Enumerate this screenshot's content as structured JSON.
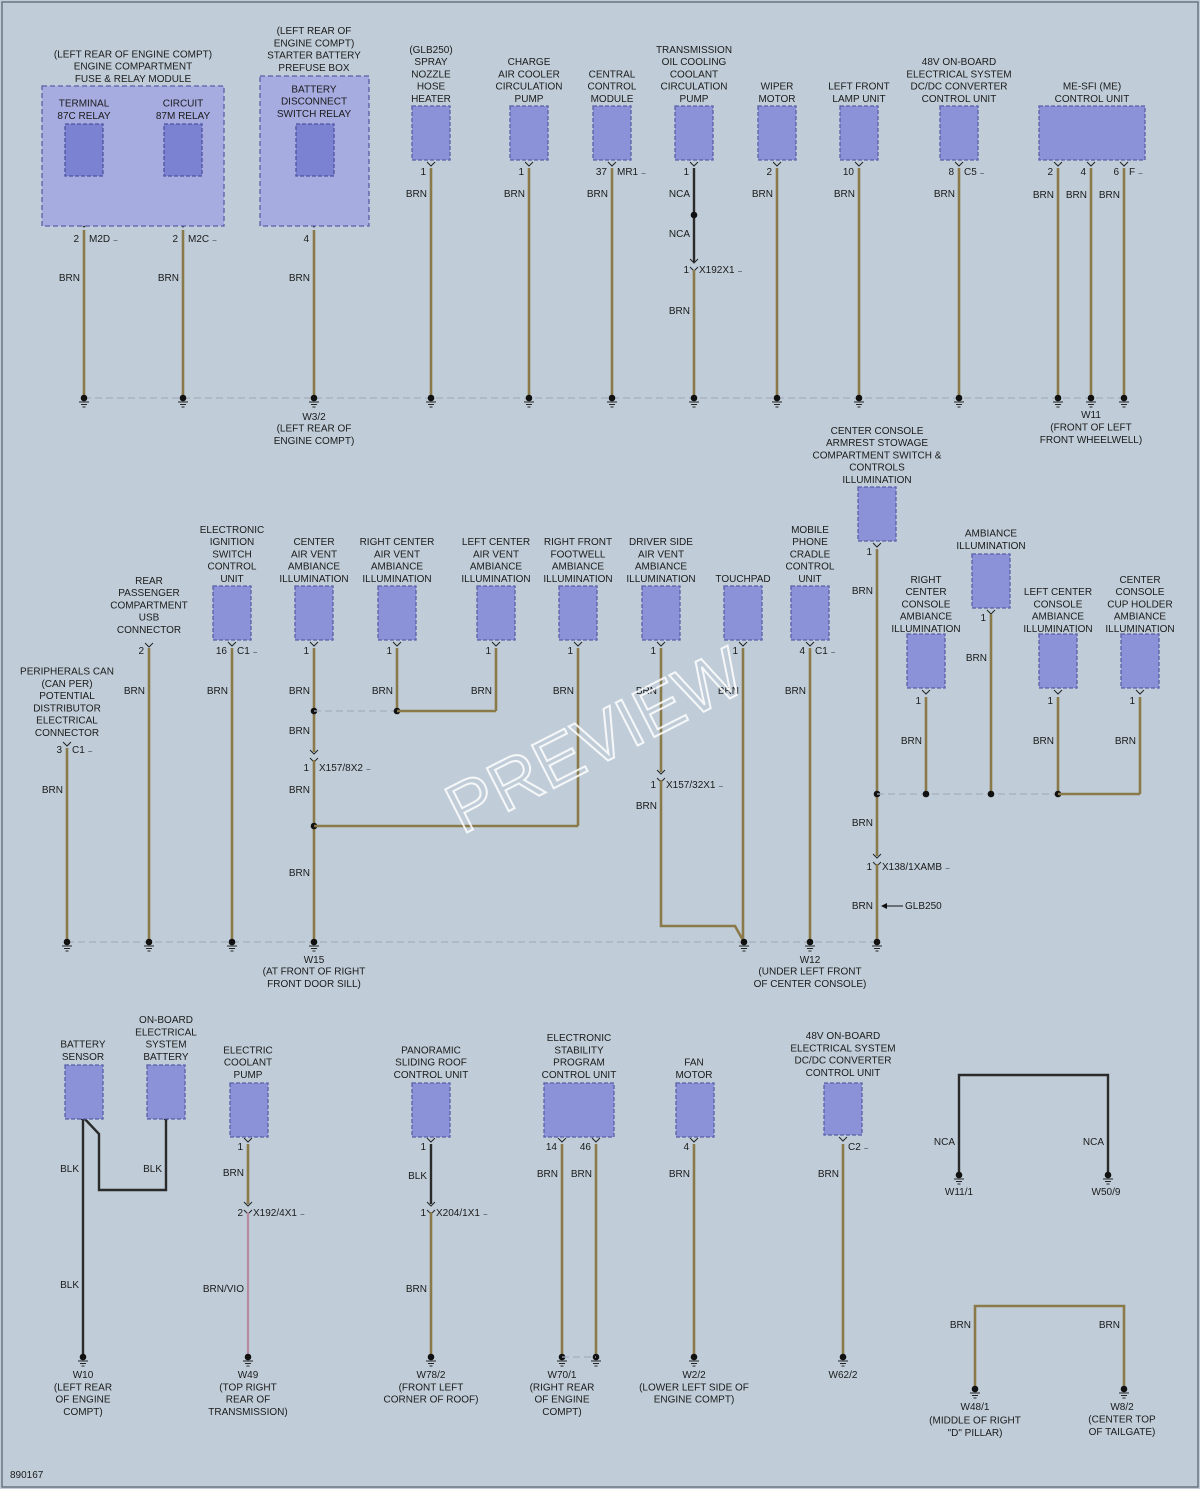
{
  "diagram_id": "890167",
  "watermark": "PREVIEW",
  "wire_colors": {
    "brn": "#8a7a4a",
    "blk": "#2a2a2a",
    "brn_vio": "#b58aa0"
  },
  "section1": {
    "components": [
      {
        "id": "fuse_module",
        "label": [
          "(LEFT REAR OF ENGINE COMPT)",
          "ENGINE COMPARTMENT",
          "FUSE & RELAY MODULE"
        ],
        "sub": [
          {
            "label": [
              "TERMINAL",
              "87C RELAY"
            ],
            "pin": "2",
            "conn": "M2D",
            "wire": "BRN"
          },
          {
            "label": [
              "CIRCUIT",
              "87M RELAY"
            ],
            "pin": "2",
            "conn": "M2C",
            "wire": "BRN"
          }
        ]
      },
      {
        "id": "prefuse_box",
        "label": [
          "(LEFT REAR OF",
          "ENGINE COMPT)",
          "STARTER BATTERY",
          "PREFUSE BOX"
        ],
        "sub": [
          {
            "label": [
              "BATTERY",
              "DISCONNECT",
              "SWITCH RELAY"
            ],
            "pin": "4",
            "conn": "",
            "wire": "BRN"
          }
        ]
      },
      {
        "id": "spray_nozzle",
        "label": [
          "(GLB250)",
          "SPRAY",
          "NOZZLE",
          "HOSE",
          "HEATER"
        ],
        "pin": "1",
        "conn": "",
        "wire": "BRN"
      },
      {
        "id": "charge_air",
        "label": [
          "CHARGE",
          "AIR COOLER",
          "CIRCULATION",
          "PUMP"
        ],
        "pin": "1",
        "conn": "",
        "wire": "BRN"
      },
      {
        "id": "central_ctrl",
        "label": [
          "CENTRAL",
          "CONTROL",
          "MODULE"
        ],
        "pin": "37",
        "conn": "MR1",
        "wire": "BRN"
      },
      {
        "id": "trans_pump",
        "label": [
          "TRANSMISSION",
          "OIL COOLING",
          "COOLANT",
          "CIRCULATION",
          "PUMP"
        ],
        "pin": "1",
        "conn": "",
        "wire": "NCA",
        "wire2": "NCA",
        "inline_pin": "1",
        "inline_conn": "X192X1",
        "wire3": "BRN"
      },
      {
        "id": "wiper",
        "label": [
          "WIPER",
          "MOTOR"
        ],
        "pin": "2",
        "conn": "",
        "wire": "BRN"
      },
      {
        "id": "lamp_unit",
        "label": [
          "LEFT FRONT",
          "LAMP UNIT"
        ],
        "pin": "10",
        "conn": "",
        "wire": "BRN"
      },
      {
        "id": "dcdc_48v",
        "label": [
          "48V ON-BOARD",
          "ELECTRICAL SYSTEM",
          "DC/DC CONVERTER",
          "CONTROL UNIT"
        ],
        "pin": "8",
        "conn": "C5",
        "wire": "BRN"
      },
      {
        "id": "me_sfi",
        "label": [
          "ME-SFI (ME)",
          "CONTROL UNIT"
        ],
        "pins": [
          "2",
          "4",
          "6"
        ],
        "conn": "F",
        "wire": "BRN"
      }
    ],
    "grounds": [
      {
        "name": "W3/2",
        "location": [
          "(LEFT REAR OF",
          "ENGINE COMPT)"
        ]
      },
      {
        "name": "W11",
        "location": [
          "(FRONT OF LEFT",
          "FRONT WHEELWELL)"
        ]
      }
    ]
  },
  "section2": {
    "components": [
      {
        "id": "can_per",
        "label": [
          "PERIPHERALS CAN",
          "(CAN PER)",
          "POTENTIAL",
          "DISTRIBUTOR",
          "ELECTRICAL",
          "CONNECTOR"
        ],
        "pin": "3",
        "conn": "C1",
        "wire": "BRN"
      },
      {
        "id": "usb",
        "label": [
          "REAR",
          "PASSENGER",
          "COMPARTMENT",
          "USB",
          "CONNECTOR"
        ],
        "pin": "2",
        "conn": "",
        "wire": "BRN"
      },
      {
        "id": "eis",
        "label": [
          "ELECTRONIC",
          "IGNITION",
          "SWITCH",
          "CONTROL",
          "UNIT"
        ],
        "pin": "16",
        "conn": "C1",
        "wire": "BRN"
      },
      {
        "id": "center_vent",
        "label": [
          "CENTER",
          "AIR VENT",
          "AMBIANCE",
          "ILLUMINATION"
        ],
        "pin": "1",
        "conn": "",
        "wire": "BRN"
      },
      {
        "id": "rc_vent",
        "label": [
          "RIGHT CENTER",
          "AIR VENT",
          "AMBIANCE",
          "ILLUMINATION"
        ],
        "pin": "1",
        "conn": "",
        "wire": "BRN"
      },
      {
        "id": "lc_vent",
        "label": [
          "LEFT CENTER",
          "AIR VENT",
          "AMBIANCE",
          "ILLUMINATION"
        ],
        "pin": "1",
        "conn": "",
        "wire": "BRN"
      },
      {
        "id": "rf_footwell",
        "label": [
          "RIGHT FRONT",
          "FOOTWELL",
          "AMBIANCE",
          "ILLUMINATION"
        ],
        "pin": "1",
        "conn": "",
        "wire": "BRN"
      },
      {
        "id": "ds_vent",
        "label": [
          "DRIVER SIDE",
          "AIR VENT",
          "AMBIANCE",
          "ILLUMINATION"
        ],
        "pin": "1",
        "conn": "",
        "wire": "BRN"
      },
      {
        "id": "touchpad",
        "label": [
          "TOUCHPAD"
        ],
        "pin": "1",
        "conn": "",
        "wire": "BRN"
      },
      {
        "id": "phone_cradle",
        "label": [
          "MOBILE",
          "PHONE",
          "CRADLE",
          "CONTROL",
          "UNIT"
        ],
        "pin": "4",
        "conn": "C1",
        "wire": "BRN"
      },
      {
        "id": "armrest",
        "label": [
          "CENTER CONSOLE",
          "ARMREST STOWAGE",
          "COMPARTMENT SWITCH &",
          "CONTROLS",
          "ILLUMINATION"
        ],
        "pin": "1",
        "conn": "",
        "wire": "BRN"
      },
      {
        "id": "amb_illum",
        "label": [
          "AMBIANCE",
          "ILLUMINATION"
        ],
        "pin": "1",
        "conn": "",
        "wire": "BRN"
      },
      {
        "id": "rc_console",
        "label": [
          "RIGHT",
          "CENTER",
          "CONSOLE",
          "AMBIANCE",
          "ILLUMINATION"
        ],
        "pin": "1",
        "conn": "",
        "wire": "BRN"
      },
      {
        "id": "lc_console",
        "label": [
          "LEFT CENTER",
          "CONSOLE",
          "AMBIANCE",
          "ILLUMINATION"
        ],
        "pin": "1",
        "conn": "",
        "wire": "BRN"
      },
      {
        "id": "cup_holder",
        "label": [
          "CENTER",
          "CONSOLE",
          "CUP HOLDER",
          "AMBIANCE",
          "ILLUMINATION"
        ],
        "pin": "1",
        "conn": "",
        "wire": "BRN"
      }
    ],
    "inline": [
      {
        "pin": "1",
        "conn": "X157/8X2"
      },
      {
        "pin": "1",
        "conn": "X157/32X1"
      },
      {
        "pin": "1",
        "conn": "X138/1XAMB"
      }
    ],
    "note": "GLB250",
    "grounds": [
      {
        "name": "W15",
        "location": [
          "(AT FRONT OF RIGHT",
          "FRONT DOOR SILL)"
        ]
      },
      {
        "name": "W12",
        "location": [
          "(UNDER LEFT FRONT",
          "OF CENTER CONSOLE)"
        ]
      }
    ]
  },
  "section3": {
    "components": [
      {
        "id": "batt_sensor",
        "label": [
          "BATTERY",
          "SENSOR"
        ],
        "wire": "BLK"
      },
      {
        "id": "obe_battery",
        "label": [
          "ON-BOARD",
          "ELECTRICAL",
          "SYSTEM",
          "BATTERY"
        ],
        "wire": "BLK"
      },
      {
        "id": "coolant_pump",
        "label": [
          "ELECTRIC",
          "COOLANT",
          "PUMP"
        ],
        "pin": "1",
        "wire": "BRN",
        "inline_pin": "2",
        "inline_conn": "X192/4X1",
        "wire2": "BRN/VIO"
      },
      {
        "id": "sunroof",
        "label": [
          "PANORAMIC",
          "SLIDING ROOF",
          "CONTROL UNIT"
        ],
        "pin": "1",
        "wire": "BLK",
        "inline_pin": "1",
        "inline_conn": "X204/1X1",
        "wire2": "BRN"
      },
      {
        "id": "esp",
        "label": [
          "ELECTRONIC",
          "STABILITY",
          "PROGRAM",
          "CONTROL UNIT"
        ],
        "pins": [
          "14",
          "46"
        ],
        "wire": "BRN"
      },
      {
        "id": "fan",
        "label": [
          "FAN",
          "MOTOR"
        ],
        "pin": "4",
        "wire": "BRN"
      },
      {
        "id": "dcdc_48v_b",
        "label": [
          "48V ON-BOARD",
          "ELECTRICAL SYSTEM",
          "DC/DC CONVERTER",
          "CONTROL UNIT"
        ],
        "pin": "",
        "conn": "C2",
        "wire": "BRN"
      }
    ],
    "grounds": [
      {
        "name": "W10",
        "location": [
          "(LEFT REAR",
          "OF ENGINE",
          "COMPT)"
        ]
      },
      {
        "name": "W49",
        "location": [
          "(TOP RIGHT",
          "REAR OF",
          "TRANSMISSION)"
        ]
      },
      {
        "name": "W78/2",
        "location": [
          "(FRONT LEFT",
          "CORNER OF ROOF)"
        ]
      },
      {
        "name": "W70/1",
        "location": [
          "(RIGHT REAR",
          "OF ENGINE",
          "COMPT)"
        ]
      },
      {
        "name": "W2/2",
        "location": [
          "(LOWER LEFT SIDE OF",
          "ENGINE COMPT)"
        ]
      },
      {
        "name": "W62/2",
        "location": []
      }
    ],
    "links": [
      {
        "wire": "NCA",
        "from": "W11/1",
        "to": "W50/9"
      },
      {
        "wire": "BRN",
        "from_name": "W48/1",
        "from_loc": [
          "(MIDDLE OF RIGHT",
          "\"D\" PILLAR)"
        ],
        "to_name": "W8/2",
        "to_loc": [
          "(CENTER TOP",
          "OF TAILGATE)"
        ]
      }
    ]
  }
}
